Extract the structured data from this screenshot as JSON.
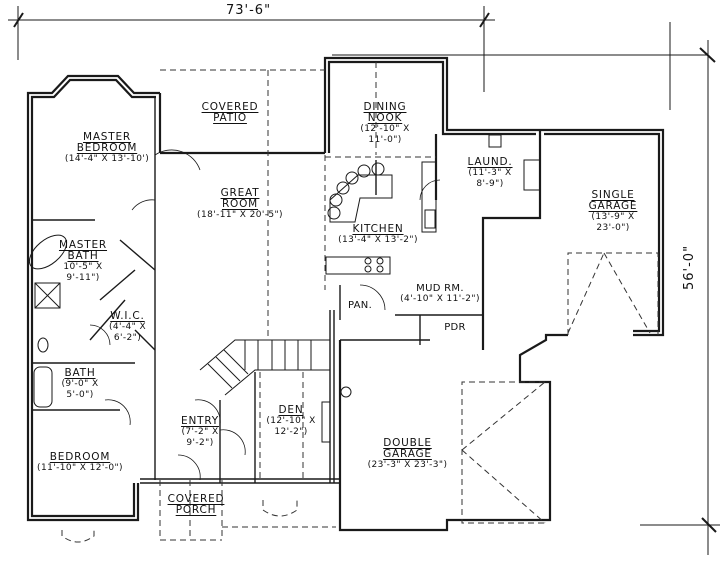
{
  "plan": {
    "overall_width": "73'-6\"",
    "overall_depth": "56'-0\"",
    "line_color": "#1a1a1a",
    "background": "#ffffff"
  },
  "rooms": {
    "master_bedroom": {
      "name_1": "MASTER",
      "name_2": "BEDROOM",
      "dim": "(14'-4\" X 13'-10')"
    },
    "covered_patio": {
      "name_1": "COVERED",
      "name_2": "PATIO"
    },
    "dining_nook": {
      "name_1": "DINING",
      "name_2": "NOOK",
      "dim_1": "(12'-10\" X",
      "dim_2": "11'-0\")"
    },
    "laundry": {
      "name": "LAUND.",
      "dim_1": "(11'-3\" X",
      "dim_2": "8'-9\")"
    },
    "single_garage": {
      "name_1": "SINGLE",
      "name_2": "GARAGE",
      "dim_1": "(13'-9\" X",
      "dim_2": "23'-0\")"
    },
    "great_room": {
      "name_1": "GREAT",
      "name_2": "ROOM",
      "dim": "(18'-11\" X 20'-5\")"
    },
    "kitchen": {
      "name": "KITCHEN",
      "dim": "(13'-4\" X 13'-2\")"
    },
    "master_bath": {
      "name_1": "MASTER",
      "name_2": "BATH",
      "dim_1": "10'-5\" X",
      "dim_2": "9'-11\")"
    },
    "wic": {
      "name": "W.I.C.",
      "dim_1": "(4'-4\" X",
      "dim_2": "6'-2\")"
    },
    "pantry": {
      "name": "PAN."
    },
    "mud_room": {
      "name": "MUD RM.",
      "dim": "(4'-10\" X 11'-2\")"
    },
    "powder": {
      "name": "PDR"
    },
    "bath": {
      "name": "BATH",
      "dim_1": "(9'-0\" X",
      "dim_2": "5'-0\")"
    },
    "entry": {
      "name": "ENTRY",
      "dim_1": "(7'-2\" X",
      "dim_2": "9'-2\")"
    },
    "den": {
      "name": "DEN",
      "dim_1": "(12'-10\" X",
      "dim_2": "12'-2\")"
    },
    "double_garage": {
      "name_1": "DOUBLE",
      "name_2": "GARAGE",
      "dim": "(23'-3\" X 23'-3\")"
    },
    "bedroom": {
      "name": "BEDROOM",
      "dim": "(11'-10\" X 12'-0\")"
    },
    "covered_porch": {
      "name_1": "COVERED",
      "name_2": "PORCH"
    }
  }
}
